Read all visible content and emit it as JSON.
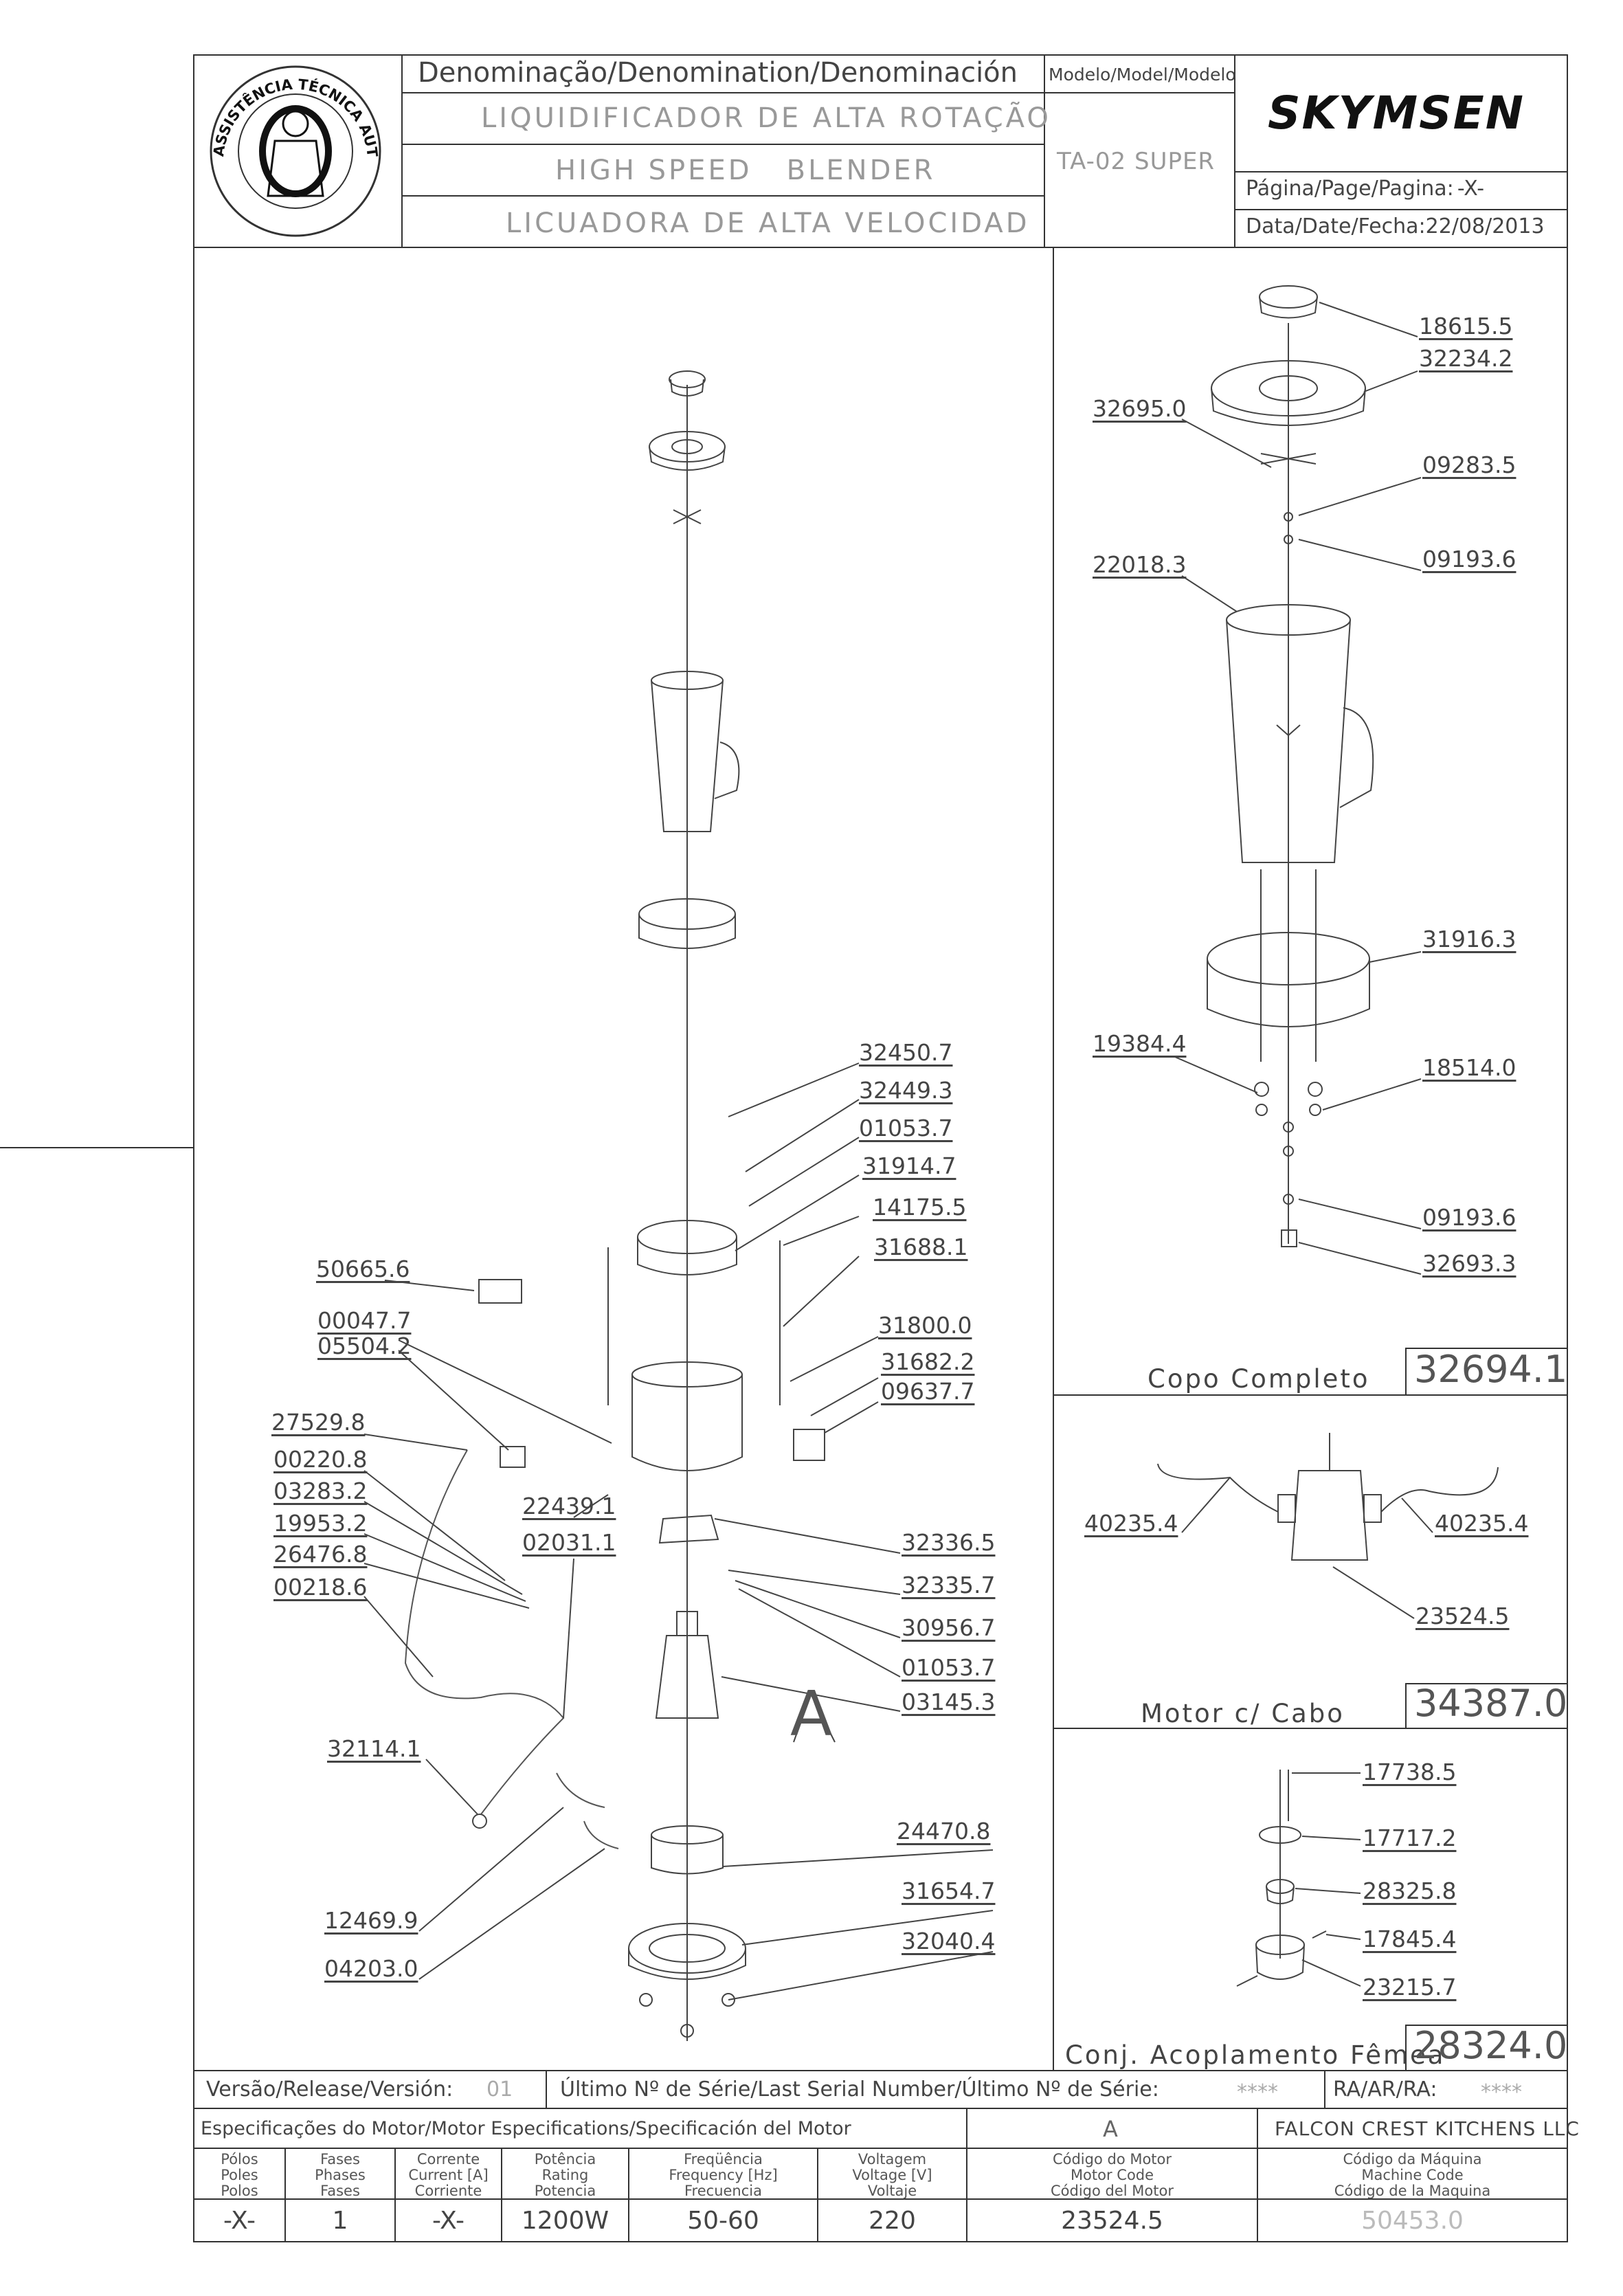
{
  "header": {
    "denomination_label": "Denominação/Denomination/Denominación",
    "name_pt": "LIQUIDIFICADOR DE ALTA ROTAÇÃO",
    "name_en": "HIGH SPEED   BLENDER",
    "name_es": "LICUADORA DE ALTA VELOCIDAD",
    "model_label": "Modelo/Model/Modelo",
    "model_value": "TA-02 SUPER",
    "brand": "SKYMSEN",
    "page_label": "Página/Page/Pagina:",
    "page_value": "-X-",
    "date_label": "Data/Date/Fecha:",
    "date_value": "22/08/2013",
    "seal_text": "ASSISTÊNCIA TÉCNICA AUTORIZADA"
  },
  "main_parts": [
    "50665.6",
    "00047.7",
    "05504.2",
    "27529.8",
    "00220.8",
    "03283.2",
    "19953.2",
    "26476.8",
    "00218.6",
    "32450.7",
    "32449.3",
    "01053.7",
    "31914.7",
    "14175.5",
    "31688.1",
    "31800.0",
    "31682.2",
    "09637.7",
    "22439.1",
    "02031.1",
    "32336.5",
    "32335.7",
    "30956.7",
    "01053.7",
    "03145.3",
    "32114.1",
    "24470.8",
    "31654.7",
    "32040.4",
    "12469.9",
    "04203.0"
  ],
  "main_marker": "A",
  "jar_assembly": {
    "parts": [
      "18615.5",
      "32234.2",
      "32695.0",
      "09283.5",
      "09193.6",
      "22018.3",
      "31916.3",
      "19384.4",
      "18514.0",
      "09193.6",
      "32693.3"
    ],
    "title": "Copo Completo",
    "code": "32694.1"
  },
  "motor_assembly": {
    "parts": [
      "40235.4",
      "40235.4",
      "23524.5"
    ],
    "title": "Motor c/ Cabo",
    "code": "34387.0"
  },
  "coupling_assembly": {
    "parts": [
      "17738.5",
      "17717.2",
      "28325.8",
      "17845.4",
      "23215.7"
    ],
    "title": "Conj. Acoplamento Fêmea",
    "code": "28324.0"
  },
  "footer": {
    "version_label": "Versão/Release/Versión:",
    "version_value": "01",
    "serial_label": "Último Nº de Série/Last Serial Number/Último Nº de Série:",
    "serial_value": "****",
    "ra_label": "RA/AR/RA:",
    "ra_value": "****",
    "spec_label": "Especificações do Motor/Motor Especifications/Specificación del Motor",
    "spec_marker": "A",
    "company": "FALCON CREST KITCHENS LLC",
    "columns": [
      {
        "head": [
          "Pólos",
          "Poles",
          "Polos"
        ],
        "value": "-X-"
      },
      {
        "head": [
          "Fases",
          "Phases",
          "Fases"
        ],
        "value": "1"
      },
      {
        "head": [
          "Corrente",
          "Current [A]",
          "Corriente"
        ],
        "value": "-X-"
      },
      {
        "head": [
          "Potência",
          "Rating",
          "Potencia"
        ],
        "value": "1200W"
      },
      {
        "head": [
          "Freqüência",
          "Frequency [Hz]",
          "Frecuencia"
        ],
        "value": "50-60"
      },
      {
        "head": [
          "Voltagem",
          "Voltage [V]",
          "Voltaje"
        ],
        "value": "220"
      },
      {
        "head": [
          "Código do Motor",
          "Motor Code",
          "Código del Motor"
        ],
        "value": "23524.5"
      },
      {
        "head": [
          "Código da Máquina",
          "Machine Code",
          "Código de la Maquina"
        ],
        "value": "50453.0"
      }
    ]
  }
}
